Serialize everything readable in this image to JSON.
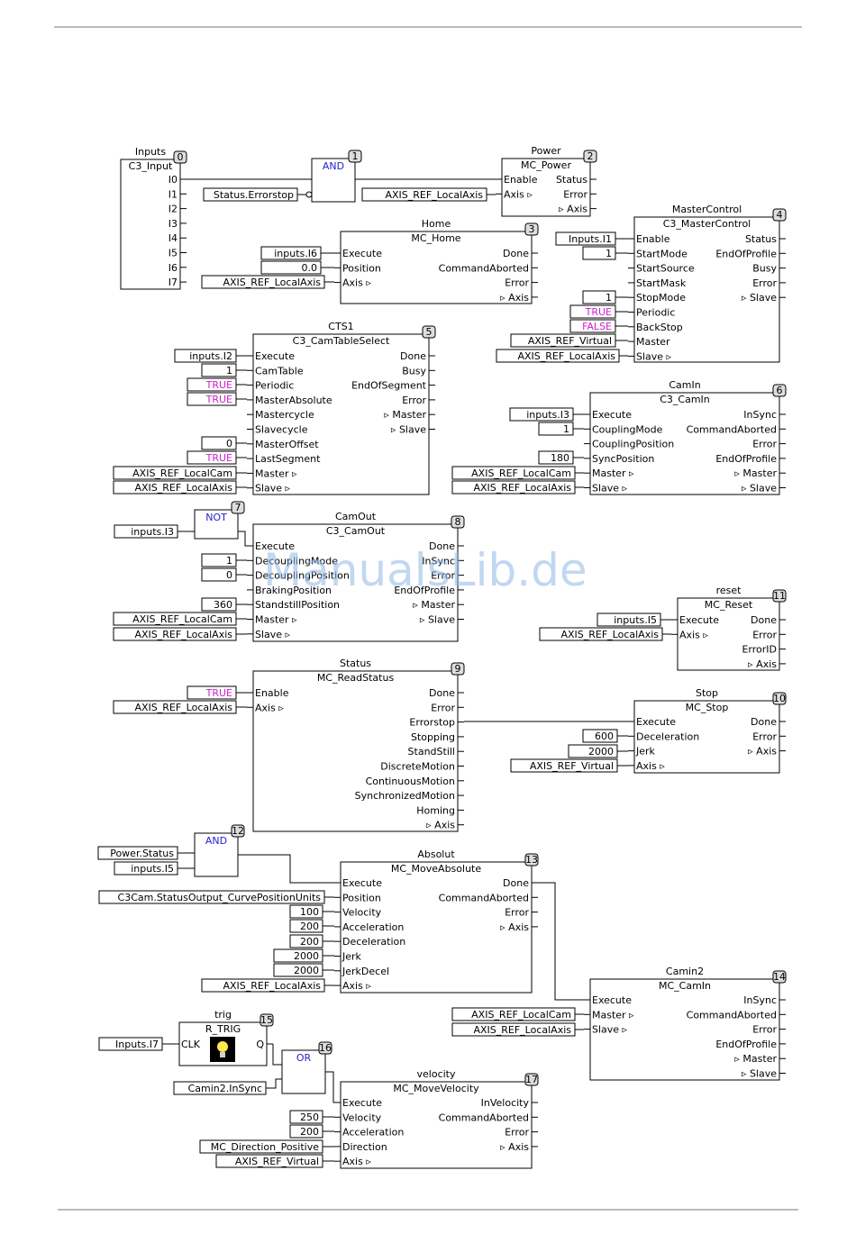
{
  "watermark": "ManualsLib.de",
  "blocks": {
    "b0": {
      "instance": "Inputs",
      "type": "C3_Input",
      "num": "0",
      "outputs": [
        "I0",
        "I1",
        "I2",
        "I3",
        "I4",
        "I5",
        "I6",
        "I7"
      ]
    },
    "b1": {
      "type": "AND",
      "num": "1"
    },
    "b2": {
      "instance": "Power",
      "type": "MC_Power",
      "num": "2",
      "inputs": [
        "Enable",
        "Axis ▹"
      ],
      "outputs": [
        "Status",
        "Error",
        "▹ Axis"
      ]
    },
    "b3": {
      "instance": "Home",
      "type": "MC_Home",
      "num": "3",
      "inputs": [
        "Execute",
        "Position",
        "Axis ▹"
      ],
      "outputs": [
        "Done",
        "CommandAborted",
        "Error",
        "▹ Axis"
      ]
    },
    "b4": {
      "instance": "MasterControl",
      "type": "C3_MasterControl",
      "num": "4",
      "inputs": [
        "Enable",
        "StartMode",
        "StartSource",
        "StartMask",
        "StopMode",
        "Periodic",
        "BackStop",
        "Master",
        "Slave ▹"
      ],
      "outputs": [
        "Status",
        "EndOfProfile",
        "Busy",
        "Error",
        "▹ Slave"
      ]
    },
    "b5": {
      "instance": "CTS1",
      "type": "C3_CamTableSelect",
      "num": "5",
      "inputs": [
        "Execute",
        "CamTable",
        "Periodic",
        "MasterAbsolute",
        "Mastercycle",
        "Slavecycle",
        "MasterOffset",
        "LastSegment",
        "Master ▹",
        "Slave ▹"
      ],
      "outputs": [
        "Done",
        "Busy",
        "EndOfSegment",
        "Error",
        "▹ Master",
        "▹ Slave"
      ]
    },
    "b6": {
      "instance": "CamIn",
      "type": "C3_CamIn",
      "num": "6",
      "inputs": [
        "Execute",
        "CouplingMode",
        "CouplingPosition",
        "SyncPosition",
        "Master ▹",
        "Slave ▹"
      ],
      "outputs": [
        "InSync",
        "CommandAborted",
        "Error",
        "EndOfProfile",
        "▹ Master",
        "▹ Slave"
      ]
    },
    "b7": {
      "type": "NOT",
      "num": "7"
    },
    "b8": {
      "instance": "CamOut",
      "type": "C3_CamOut",
      "num": "8",
      "inputs": [
        "Execute",
        "DecouplingMode",
        "DecouplingPosition",
        "BrakingPosition",
        "StandstillPosition",
        "Master ▹",
        "Slave ▹"
      ],
      "outputs": [
        "Done",
        "InSync",
        "Error",
        "EndOfProfile",
        "▹ Master",
        "▹ Slave"
      ]
    },
    "b9": {
      "instance": "Status",
      "type": "MC_ReadStatus",
      "num": "9",
      "inputs": [
        "Enable",
        "Axis ▹"
      ],
      "outputs": [
        "Done",
        "Error",
        "Errorstop",
        "Stopping",
        "StandStill",
        "DiscreteMotion",
        "ContinuousMotion",
        "SynchronizedMotion",
        "Homing",
        "▹ Axis"
      ]
    },
    "b10": {
      "instance": "Stop",
      "type": "MC_Stop",
      "num": "10",
      "inputs": [
        "Execute",
        "Deceleration",
        "Jerk",
        "Axis ▹"
      ],
      "outputs": [
        "Done",
        "Error",
        "▹ Axis"
      ]
    },
    "b11": {
      "instance": "reset",
      "type": "MC_Reset",
      "num": "11",
      "inputs": [
        "Execute",
        "Axis ▹"
      ],
      "outputs": [
        "Done",
        "Error",
        "ErrorID",
        "▹ Axis"
      ]
    },
    "b12": {
      "type": "AND",
      "num": "12"
    },
    "b13": {
      "instance": "Absolut",
      "type": "MC_MoveAbsolute",
      "num": "13",
      "inputs": [
        "Execute",
        "Position",
        "Velocity",
        "Acceleration",
        "Deceleration",
        "Jerk",
        "JerkDecel",
        "Axis ▹"
      ],
      "outputs": [
        "Done",
        "CommandAborted",
        "Error",
        "▹ Axis"
      ]
    },
    "b14": {
      "instance": "Camin2",
      "type": "MC_CamIn",
      "num": "14",
      "inputs": [
        "Execute",
        "Master ▹",
        "Slave ▹"
      ],
      "outputs": [
        "InSync",
        "CommandAborted",
        "Error",
        "EndOfProfile",
        "▹ Master",
        "▹ Slave"
      ]
    },
    "b15": {
      "instance": "trig",
      "type": "R_TRIG",
      "num": "15",
      "inputs": [
        "CLK"
      ],
      "outputs": [
        "Q"
      ]
    },
    "b16": {
      "type": "OR",
      "num": "16"
    },
    "b17": {
      "instance": "velocity",
      "type": "MC_MoveVelocity",
      "num": "17",
      "inputs": [
        "Execute",
        "Velocity",
        "Acceleration",
        "Direction",
        "Axis ▹"
      ],
      "outputs": [
        "InVelocity",
        "CommandAborted",
        "Error",
        "▹ Axis"
      ]
    }
  },
  "params": {
    "p_b1_i1": "Status.Errorstop",
    "p_b2_axis": "AXIS_REF_LocalAxis",
    "p_b3_exec": "inputs.I6",
    "p_b3_pos": "0.0",
    "p_b3_axis": "AXIS_REF_LocalAxis",
    "p_b4_en": "Inputs.I1",
    "p_b4_sm": "1",
    "p_b4_stop": "1",
    "p_b4_per": "TRUE",
    "p_b4_back": "FALSE",
    "p_b4_master": "AXIS_REF_Virtual",
    "p_b4_slave": "AXIS_REF_LocalAxis",
    "p_b5_exec": "inputs.I2",
    "p_b5_tab": "1",
    "p_b5_per": "TRUE",
    "p_b5_ma": "TRUE",
    "p_b5_off": "0",
    "p_b5_last": "TRUE",
    "p_b5_master": "AXIS_REF_LocalCam",
    "p_b5_slave": "AXIS_REF_LocalAxis",
    "p_b6_exec": "inputs.I3",
    "p_b6_cm": "1",
    "p_b6_sync": "180",
    "p_b6_master": "AXIS_REF_LocalCam",
    "p_b6_slave": "AXIS_REF_LocalAxis",
    "p_b7_in": "inputs.I3",
    "p_b8_dm": "1",
    "p_b8_dp": "0",
    "p_b8_ss": "360",
    "p_b8_master": "AXIS_REF_LocalCam",
    "p_b8_slave": "AXIS_REF_LocalAxis",
    "p_b11_exec": "inputs.I5",
    "p_b11_axis": "AXIS_REF_LocalAxis",
    "p_b9_en": "TRUE",
    "p_b9_axis": "AXIS_REF_LocalAxis",
    "p_b10_dec": "600",
    "p_b10_jerk": "2000",
    "p_b10_axis": "AXIS_REF_Virtual",
    "p_b12_a": "Power.Status",
    "p_b12_b": "inputs.I5",
    "p_b13_pos": "C3Cam.StatusOutput_CurvePositionUnits",
    "p_b13_vel": "100",
    "p_b13_acc": "200",
    "p_b13_dec": "200",
    "p_b13_jerk": "2000",
    "p_b13_jd": "2000",
    "p_b13_axis": "AXIS_REF_LocalAxis",
    "p_b14_master": "AXIS_REF_LocalCam",
    "p_b14_slave": "AXIS_REF_LocalAxis",
    "p_b15_clk": "Inputs.I7",
    "p_b16_b": "Camin2.InSync",
    "p_b17_vel": "250",
    "p_b17_acc": "200",
    "p_b17_dir": "MC_Direction_Positive",
    "p_b17_axis": "AXIS_REF_Virtual"
  },
  "colors": {
    "line": "#000000",
    "keyword_true": "#cc22cc",
    "gate_label": "#2222cc",
    "rule": "#888888"
  }
}
